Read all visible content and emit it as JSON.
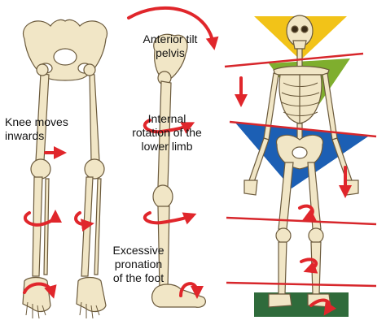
{
  "labels": {
    "anterior_tilt": "Anterior tilt\npelvis",
    "knee_moves_inwards": "Knee moves\ninwards",
    "internal_rotation": "Internal\nrotation of the\nlower limb",
    "excessive_pronation": "Excessive\npronation\nof the foot"
  },
  "colors": {
    "arrow_red": "#e0262b",
    "bone": "#f1e6c6",
    "bone_outline": "#6b5a3c",
    "triangle_yellow": "#f2c318",
    "triangle_green": "#7fae2e",
    "triangle_blue": "#1c5fb4",
    "ground_green": "#2f6b3b",
    "red_line": "#d7262b"
  },
  "icons": {
    "curved_arrow": "curved-arrow-icon",
    "straight_arrow": "straight-arrow-icon",
    "rotation_arrow": "rotation-arrow-icon"
  }
}
